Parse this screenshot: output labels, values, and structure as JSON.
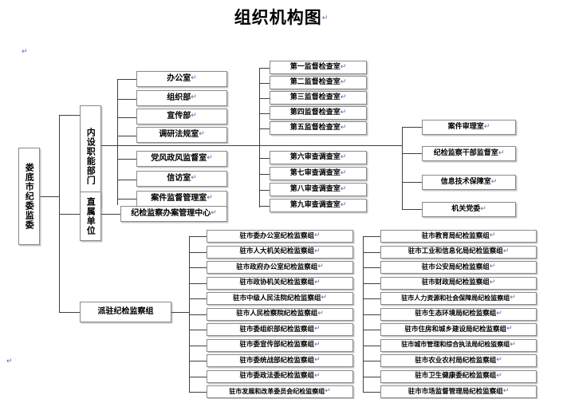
{
  "document": {
    "title": "组织机构图",
    "pilcrow": "↵"
  },
  "root": {
    "label": "娄底市纪委监委"
  },
  "level2": [
    {
      "key": "internal",
      "label": "内设职能部门"
    },
    {
      "key": "direct",
      "label": "直属单位"
    },
    {
      "key": "stationed",
      "label": "派驻纪检监察组"
    }
  ],
  "internal_departments": [
    {
      "label": "办公室"
    },
    {
      "label": "组织部"
    },
    {
      "label": "宣传部"
    },
    {
      "label": "调研法规室"
    },
    {
      "label": "党风政风监督室"
    },
    {
      "label": "信访室"
    },
    {
      "label": "案件监督管理室"
    }
  ],
  "direct_units": [
    {
      "label": "纪检监察办案管理中心"
    }
  ],
  "supervision_offices": [
    {
      "label": "第一监督检查室"
    },
    {
      "label": "第二监督检查室"
    },
    {
      "label": "第三监督检查室"
    },
    {
      "label": "第四监督检查室"
    },
    {
      "label": "第五监督检查室"
    },
    {
      "label": "第六审查调查室"
    },
    {
      "label": "第七审查调查室"
    },
    {
      "label": "第八审查调查室"
    },
    {
      "label": "第九审查调查室"
    }
  ],
  "right_offices": [
    {
      "label": "案件审理室"
    },
    {
      "label": "纪检监察干部监督室"
    },
    {
      "label": "信息技术保障室"
    },
    {
      "label": "机关党委"
    }
  ],
  "stationed_groups_left": [
    {
      "label": "驻市委办公室纪检监察组"
    },
    {
      "label": "驻市人大机关纪检监察组"
    },
    {
      "label": "驻市政府办公室纪检监察组"
    },
    {
      "label": "驻市政协机关纪检监察组"
    },
    {
      "label": "驻市中级人民法院纪检监察组"
    },
    {
      "label": "驻市人民检察院纪检监察组"
    },
    {
      "label": "驻市委组织部纪检监察组"
    },
    {
      "label": "驻市委宣传部纪检监察组"
    },
    {
      "label": "驻市委统战部纪检监察组"
    },
    {
      "label": "驻市委政法委纪检监察组"
    },
    {
      "label": "驻市发展和改革委员会纪检监察组"
    }
  ],
  "stationed_groups_right": [
    {
      "label": "驻市教育局纪检监察组"
    },
    {
      "label": "驻市工业和信息化局纪检监察组"
    },
    {
      "label": "驻市公安局纪检监察组"
    },
    {
      "label": "驻市财政局纪检监察组"
    },
    {
      "label": "驻市人力资源和社会保障局纪检监察组"
    },
    {
      "label": "驻市生态环境局纪检监察组"
    },
    {
      "label": "驻市住房和城乡建设局纪检监察组"
    },
    {
      "label": "驻市城市管理和综合执法局纪检监察组"
    },
    {
      "label": "驻市农业农村局纪检监察组"
    },
    {
      "label": "驻市卫生健康委纪检监察组"
    },
    {
      "label": "驻市市场监督管理局纪检监察组"
    }
  ],
  "colors": {
    "box_border": "#8a8a8a",
    "line": "#3f3f3f",
    "text": "#000000",
    "pilcrow": "#4a6fa5",
    "background": "#ffffff"
  }
}
